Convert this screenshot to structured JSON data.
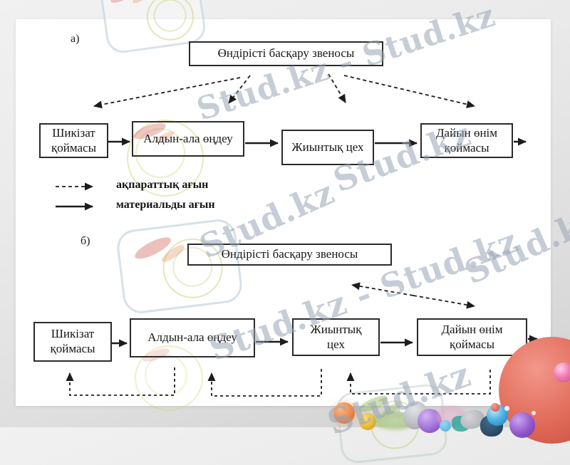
{
  "section_a": {
    "label": "а)",
    "title": "Өндірісті басқару звеносы",
    "box_1": "Шикізат қоймасы",
    "box_2": "Алдын-ала өңдеу",
    "box_3": "Жиынтық цех",
    "box_4": "Дайын өнім қоймасы"
  },
  "legend": {
    "dashed": "ақпараттық ағын",
    "solid": "материальды ағын"
  },
  "section_b": {
    "label": "б)",
    "title": "Өндірісті басқару звеносы",
    "box_1": "Шикізат қоймасы",
    "box_2": "Алдын-ала өңдеу",
    "box_3": "Жиынтық цех",
    "box_4": "Дайын өнім қоймасы"
  },
  "watermark": {
    "full": "Stud.kz - Stud.kz",
    "short": "Stud.kz"
  },
  "colors": {
    "diagram_line": "#1c1c1c",
    "watermark_text": "#98a4b2",
    "page_bg": "#ffffff",
    "bubble_coral": "#e06a58",
    "bubble_purple": "#9257cc"
  }
}
